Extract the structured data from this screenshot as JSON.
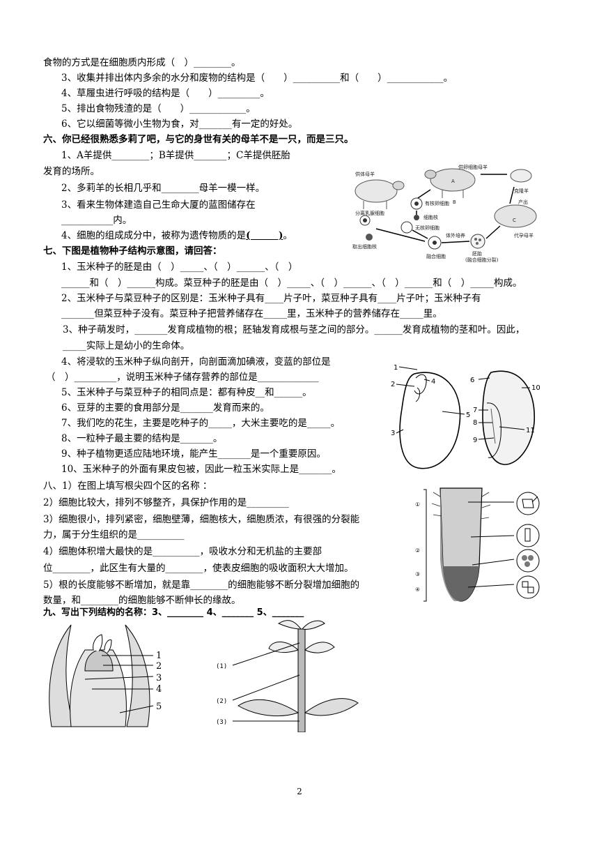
{
  "lines": {
    "l1": "食物的方式是在细胞质内形成（　）________。",
    "l2": "3、收集并排出体内多余的水分和废物的结构是（　　）__________和（　　）____________。",
    "l3": "4、草履虫进行呼吸的结构是（　　）_________。",
    "l4": "5、排出食物残渣的是（　　）____________。",
    "l5": "6、它以细菌等微小生物为食，对_______有一定的好处。",
    "s6": "六、你已经很熟悉多莉了吧，与它的身世有关的母羊不是一只，而是三只。",
    "s6a": "1、A羊提供________；B羊提供_______；C羊提供胚胎",
    "s6a2": "发育的场所。",
    "s6b": "2、多莉羊的长相几乎和________母羊一模一样。",
    "s6c": "3、看来生物体建造自己生命大厦的蓝图储存在",
    "s6c2": "___________内。",
    "s6d": "4、细胞的组成成分中，被称为遗传物质的是",
    "s6d_blank": "(　　　)",
    "s6d_end": "。",
    "s7": "七、下图是植物种子结构示意图，请回答：",
    "s7a": "1、玉米种子的胚是由（　）_____、（　）______、（　）",
    "s7a2": "______和（　）______构成。菜豆种子的胚是由（　）_____、（　）______、（　）______和（　）_____构成。",
    "s7b": "2、玉米种子与菜豆种子的区别是：玉米种子具有____片子叶，菜豆种子具有____片子叶；玉米种子有",
    "s7b2": "_______但菜豆种子没有。菜豆种子把营养储存在_____里，玉米种子的营养储存在_____里。",
    "s7c": "3、种子萌发时，_______发育成植物的根；胚轴发育成根与茎之间的部分。______发育成植物的茎和叶。因此，",
    "s7c2": "_____实际上是幼小的生命体。",
    "s7d": "4、将浸软的玉米种子纵向剖开，向剖面滴加碘液，变蓝的部位是",
    "s7d2": "（　）_________，说明玉米种子储存营养的部位是_____________",
    "s7e": "5、玉米种子与菜豆种子的相同点是：都有种皮__和______。",
    "s7f": "6、豆芽的主要的食用部分是_______发育而来的。",
    "s7g": "7、我们吃的花生，主要是吃种子的_____，大米主要吃的是_____。",
    "s7h": "8、一粒种子最主要的结构是_______。",
    "s7i": "9、种子植物更适应陆地环境，能产生_______是一个重要原因。",
    "s7j": "10、玉米种子的外面有果皮包被，因此一粒玉米实际上是_______。",
    "s8": "八、1）在图上填写根尖四个区的名称 ：",
    "s8b": "2）细胞比较大，排列不够整齐，具保护作用的是_________",
    "s8c": "3）细胞很小，排列紧密，细胞壁薄，细胞核大，细胞质浓，有很强的分裂能",
    "s8c2": "力，属于分生组织的是__________",
    "s8d": "4）细胞体积增大最快的是__________，吸收水分和无机盐的主要部",
    "s8d2": "位________，此区生有大量的________，使表皮细胞的吸收面积大大增加。",
    "s8e": "5）根的长度能够不断增加，就是靠________的细胞能够不断分裂增加细胞的",
    "s8e2": "数量，和________的细胞能够不断伸长的缘故。",
    "s9": "九、写出下列结构的名称：3、________ 4、_______ 5、_______"
  },
  "sheep_figure": {
    "labels": [
      "供体母羊",
      "供卵细胞母羊",
      "克隆羊",
      "分离乳腺细胞",
      "有核卵细胞",
      "细胞核",
      "取出细胞核",
      "无核卵细胞",
      "体外培养",
      "融合细胞",
      "胚胎",
      "(融合细胞分裂)",
      "产出",
      "代孕母羊",
      "A",
      "B",
      "C"
    ]
  },
  "seed_figure": {
    "labels": [
      "1",
      "2",
      "3",
      "4",
      "5",
      "6",
      "7",
      "8",
      "9",
      "10",
      "11"
    ]
  },
  "root_figure": {
    "labels": [
      "①",
      "②",
      "③",
      "④"
    ]
  },
  "bud_figure": {
    "labels": [
      "1",
      "2",
      "3",
      "4",
      "5"
    ]
  },
  "stem_figure": {
    "labels": [
      "(1)",
      "(2)",
      "(3)"
    ]
  },
  "page_number": "2"
}
